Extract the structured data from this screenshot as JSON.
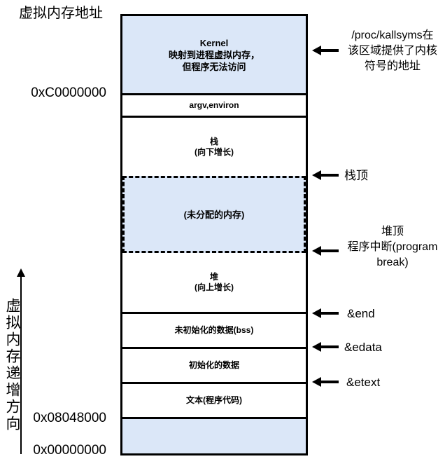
{
  "title": "虚拟内存地址",
  "colors": {
    "block_blue": "#dbe7f8",
    "border": "#000000",
    "background": "#ffffff"
  },
  "axis": {
    "label": "虚拟内存递增方向"
  },
  "addresses": {
    "kernel_base": "0xC0000000",
    "text_base": "0x08048000",
    "zero": "0x00000000"
  },
  "blocks": [
    {
      "id": "kernel",
      "lines": [
        "Kernel",
        "映射到进程虚拟内存，",
        "但程序无法访问"
      ]
    },
    {
      "id": "argv-environ",
      "lines": [
        "argv,environ"
      ]
    },
    {
      "id": "stack",
      "lines": [
        "栈",
        "(向下增长)"
      ]
    },
    {
      "id": "unallocated",
      "lines": [
        "(未分配的内存)"
      ]
    },
    {
      "id": "heap",
      "lines": [
        "堆",
        "(向上增长)"
      ]
    },
    {
      "id": "bss",
      "lines": [
        "未初始化的数据(bss)"
      ]
    },
    {
      "id": "initialized-data",
      "lines": [
        "初始化的数据"
      ]
    },
    {
      "id": "text-segment",
      "lines": [
        "文本(程序代码)"
      ]
    },
    {
      "id": "reserved",
      "lines": []
    }
  ],
  "annotations": [
    {
      "id": "kallsyms",
      "lines": [
        "/proc/kallsyms在",
        "该区域提供了内核",
        "符号的地址"
      ]
    },
    {
      "id": "stack-top",
      "lines": [
        "栈顶"
      ]
    },
    {
      "id": "program-break",
      "lines": [
        "堆顶",
        "程序中断(program",
        "break)"
      ]
    },
    {
      "id": "end",
      "lines": [
        "&end"
      ]
    },
    {
      "id": "edata",
      "lines": [
        "&edata"
      ]
    },
    {
      "id": "etext",
      "lines": [
        "&etext"
      ]
    }
  ]
}
